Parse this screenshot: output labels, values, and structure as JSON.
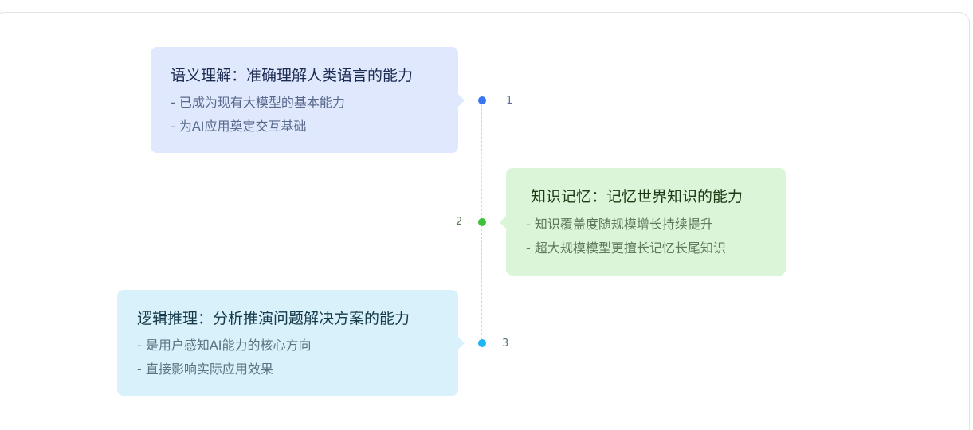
{
  "timeline": {
    "colors": {
      "axis": "#d4d4d4",
      "frame_border": "#e3e3e3"
    },
    "items": [
      {
        "index": "1",
        "title": "语义理解：准确理解人类语言的能力",
        "points": [
          "- 已成为现有大模型的基本能力",
          "- 为AI应用奠定交互基础"
        ],
        "side": "left",
        "card_bg": "#e0e8fd",
        "dot_color": "#3b76f0",
        "title_color": "#1c2b52",
        "text_color": "#5a6a8c",
        "num_color": "#5f6f96"
      },
      {
        "index": "2",
        "title": "知识记忆：记忆世界知识的能力",
        "points": [
          "- 知识覆盖度随规模增长持续提升",
          "- 超大规模模型更擅长记忆长尾知识"
        ],
        "side": "right",
        "card_bg": "#dbf5d8",
        "dot_color": "#3ec23a",
        "title_color": "#1d3a14",
        "text_color": "#5f7a5a",
        "num_color": "#5a7a55"
      },
      {
        "index": "3",
        "title": "逻辑推理：分析推演问题解决方案的能力",
        "points": [
          "- 是用户感知AI能力的核心方向",
          "- 直接影响实际应用效果"
        ],
        "side": "left",
        "card_bg": "#d9f1fb",
        "dot_color": "#1fb6f5",
        "title_color": "#153a4a",
        "text_color": "#5a7482",
        "num_color": "#5a7482"
      }
    ]
  }
}
